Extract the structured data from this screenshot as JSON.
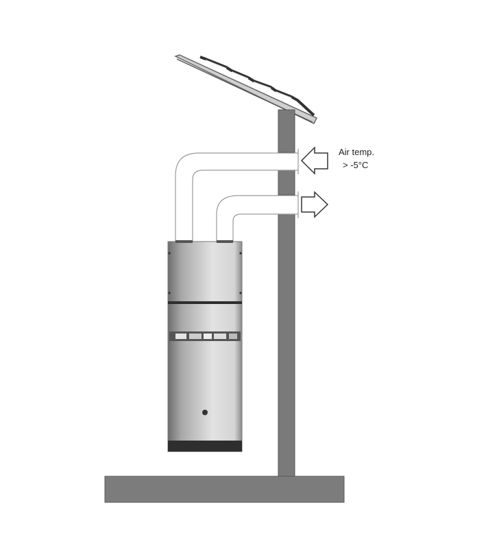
{
  "diagram": {
    "annotation": {
      "line1": "Air temp.",
      "line2": "> -5°C"
    },
    "components": [
      "roof",
      "wall",
      "floor",
      "heat-pump-water-heater",
      "air-intake-duct",
      "air-exhaust-duct",
      "intake-arrow",
      "exhaust-arrow"
    ],
    "colors": {
      "structure": "#7a7a7a",
      "structure_edge": "#555555",
      "tank_dark": "#2e2e2e",
      "duct_line": "#9a9a9a"
    }
  }
}
